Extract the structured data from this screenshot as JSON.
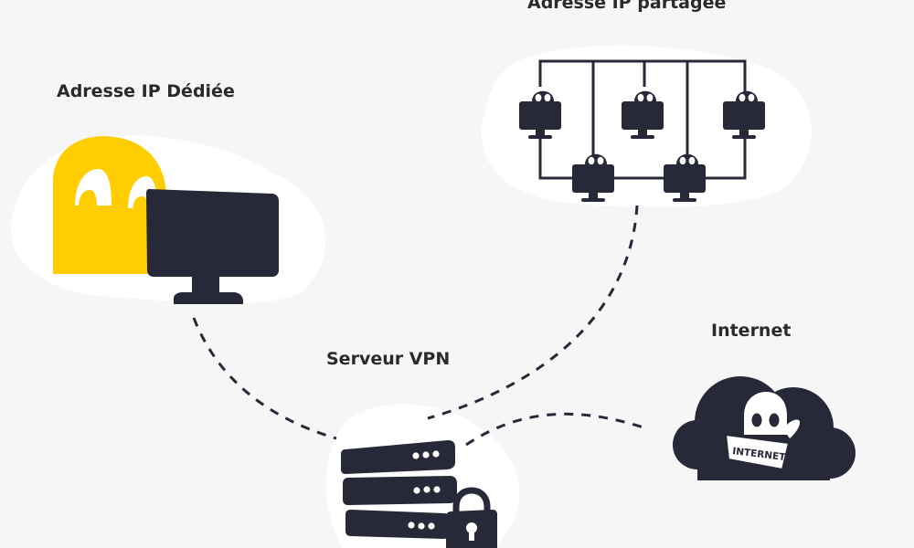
{
  "labels": {
    "dedicated_ip": "Adresse IP Dédiée",
    "shared_ip": "Adresse IP partagée",
    "vpn_server": "Serveur VPN",
    "internet": "Internet"
  },
  "cloud_sign_text": "INTERNET",
  "colors": {
    "background": "#f6f6f6",
    "blob": "#ffffff",
    "dark": "#272838",
    "ghost_yellow": "#ffcd00",
    "text": "#2a2a2a"
  },
  "icons": {
    "dedicated": "ghost-with-monitor-icon",
    "shared": "monitor-network-icon",
    "vpn": "server-rack-with-lock-icon",
    "internet": "cloud-ghost-icon"
  }
}
